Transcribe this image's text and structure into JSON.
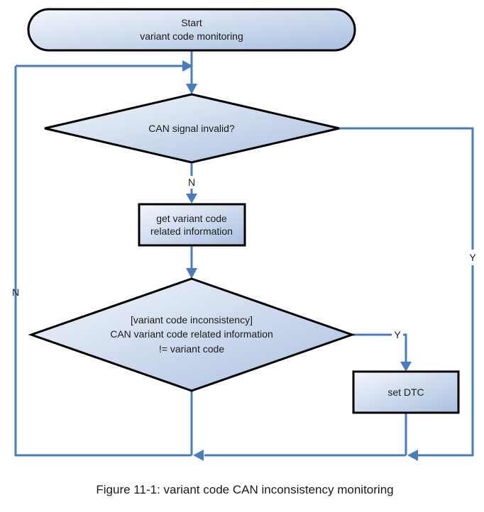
{
  "colors": {
    "line": "#4a7cc0",
    "node_border": "#000000",
    "fill_light": "#f4f7fc",
    "fill_dark": "#a9bfdf"
  },
  "nodes": {
    "start": {
      "line1": "Start",
      "line2": "variant code monitoring"
    },
    "decision_can": {
      "line1": "CAN signal invalid?"
    },
    "get_info": {
      "line1": "get variant code",
      "line2": "related information"
    },
    "decision_variant": {
      "line1": "[variant code inconsistency]",
      "line2": "CAN variant code related information",
      "line3": "!= variant code"
    },
    "set_dtc": {
      "line1": "set DTC"
    }
  },
  "edges": {
    "can_no": "N",
    "can_yes": "Y",
    "variant_yes": "Y",
    "variant_no": "N"
  },
  "caption": "Figure 11-1: variant code CAN inconsistency monitoring"
}
